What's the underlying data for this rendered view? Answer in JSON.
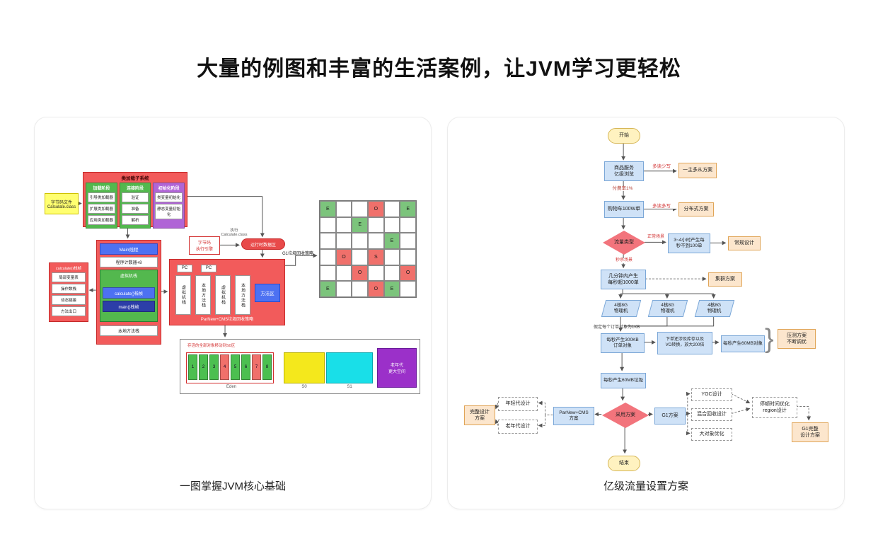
{
  "page": {
    "title": "大量的例图和丰富的生活案例，让JVM学习更轻松"
  },
  "palette": {
    "node_blue": "#cfe2f7",
    "node_peach": "#fce6cd",
    "terminal_yellow": "#fff2c0",
    "diamond_red": "#f2747c",
    "box_red": "#f25b5b",
    "stage_green": "#53b84e",
    "stage_purple": "#b065d6",
    "accent_blue": "#4d71f2",
    "eden_yellow": "#f4e81c",
    "survivor_cyan": "#19dfe8",
    "old_purple": "#9b30c9"
  },
  "jvm_diagram": {
    "caption": "一图掌握JVM核心基础",
    "bytecode_file": "字节码文件\nCalculate.class",
    "class_loader": {
      "title": "类加载子系统",
      "load": {
        "title": "加载阶段",
        "items": [
          "引导类加载器",
          "扩展类加载器",
          "应用类加载器"
        ]
      },
      "link": {
        "title": "连接阶段",
        "items": [
          "验证",
          "准备",
          "解析"
        ]
      },
      "init": {
        "title": "初始化阶段",
        "items": [
          "类变量初始化",
          "静态变量初始化"
        ]
      }
    },
    "main_thread": {
      "title": "Main线程",
      "pc": "程序计数器+8",
      "vm_stack": "虚拟机栈",
      "frames": [
        {
          "label": "calculate()栈帧",
          "c": "blue"
        },
        {
          "label": "main()栈帧",
          "c": "navy"
        }
      ],
      "native_stack": "本地方法栈"
    },
    "frame_detail": {
      "title": "calculate()栈帧",
      "items": [
        "局部变量表",
        "操作数栈",
        "动态链接",
        "方法出口"
      ]
    },
    "engine": "字节码\n执行引擎",
    "exec_note": "执行\nCalculate.class",
    "runtime_pill": "运行时数据区",
    "runtime": {
      "pc1": "PC",
      "pc2": "PC",
      "stacks": [
        "虚拟机栈",
        "本地方法栈",
        "虚拟机栈",
        "本地方法栈"
      ],
      "method_area": "方法区",
      "gc_label": "ParNew+CMS垃圾回收策略"
    },
    "g1_label": "G1垃圾回收策略",
    "g1_grid": [
      {
        "t": "E",
        "c": "green"
      },
      {},
      {},
      {
        "t": "O",
        "c": "red"
      },
      {},
      {
        "t": "E",
        "c": "green"
      },
      {},
      {},
      {
        "t": "E",
        "c": "green"
      },
      {},
      {},
      {},
      {},
      {},
      {},
      {},
      {
        "t": "E",
        "c": "green"
      },
      {},
      {},
      {
        "t": "O",
        "c": "red"
      },
      {},
      {
        "t": "S",
        "c": "red"
      },
      {},
      {},
      {},
      {},
      {
        "t": "O",
        "c": "red"
      },
      {},
      {},
      {
        "t": "O",
        "c": "red"
      },
      {
        "t": "E",
        "c": "green"
      },
      {},
      {},
      {
        "t": "O",
        "c": "red"
      },
      {
        "t": "E",
        "c": "green"
      },
      {}
    ],
    "memory_bar": {
      "note": "存活的全部对象移动到S0区",
      "eden_cells": [
        {
          "n": "1",
          "c": "g"
        },
        {
          "n": "2",
          "c": "g"
        },
        {
          "n": "3",
          "c": "g"
        },
        {
          "n": "4",
          "c": "r"
        },
        {
          "n": "5",
          "c": "g"
        },
        {
          "n": "6",
          "c": "g"
        },
        {
          "n": "7",
          "c": "r"
        },
        {
          "n": "8",
          "c": "g"
        }
      ],
      "old_label": "老年代\n更大空间",
      "labels": {
        "eden": "Eden",
        "s0": "S0",
        "s1": "S1"
      }
    }
  },
  "flowchart": {
    "caption": "亿级流量设置方案",
    "note": "假定每个订单对象为1KB",
    "brace": "}",
    "edge_labels": {
      "read_heavy": "多读少写",
      "pay_rate": "付费率1%",
      "read_write_heavy": "多读多写",
      "normal_scene": "正常场景",
      "seckill_scene": "秒杀场景"
    },
    "machines": [
      "4核8G\n物理机",
      "4核8G\n物理机",
      "4核8G\n物理机"
    ],
    "nodes": {
      "start": "开始",
      "browse": "商品服务\n亿级浏览",
      "master_slave": "一主多从方案",
      "cart": "购物车100W单",
      "distributed": "分布式方案",
      "traffic_type": "流量类型",
      "normal_rate": "3~4小时产生每\n秒不到100单",
      "normal_design": "常规设计",
      "seckill": "几分钟内产生\n每秒超1000单",
      "cluster": "集群方案",
      "order_obj": "每秒产生300KB\n订单对象",
      "amplify": "下单还涉及库存以及\nVO转换，放大200倍",
      "obj_60mb": "每秒产生60MB对象",
      "stress": "压测方案\n不断调优",
      "garbage": "每秒产生60MB垃圾",
      "adopt": "采用方案",
      "parnew_cms": "ParNew+CMS\n方案",
      "young_design": "年轻代设计",
      "old_design": "老年代设计",
      "full_design": "完整设计\n方案",
      "g1": "G1方案",
      "ygc": "YGC设计",
      "mixed": "混合回收设计",
      "big_obj": "大对象优化",
      "pause": "停顿时间优化\nregion设计",
      "g1_full": "G1完整\n设计方案",
      "end": "结束"
    }
  }
}
